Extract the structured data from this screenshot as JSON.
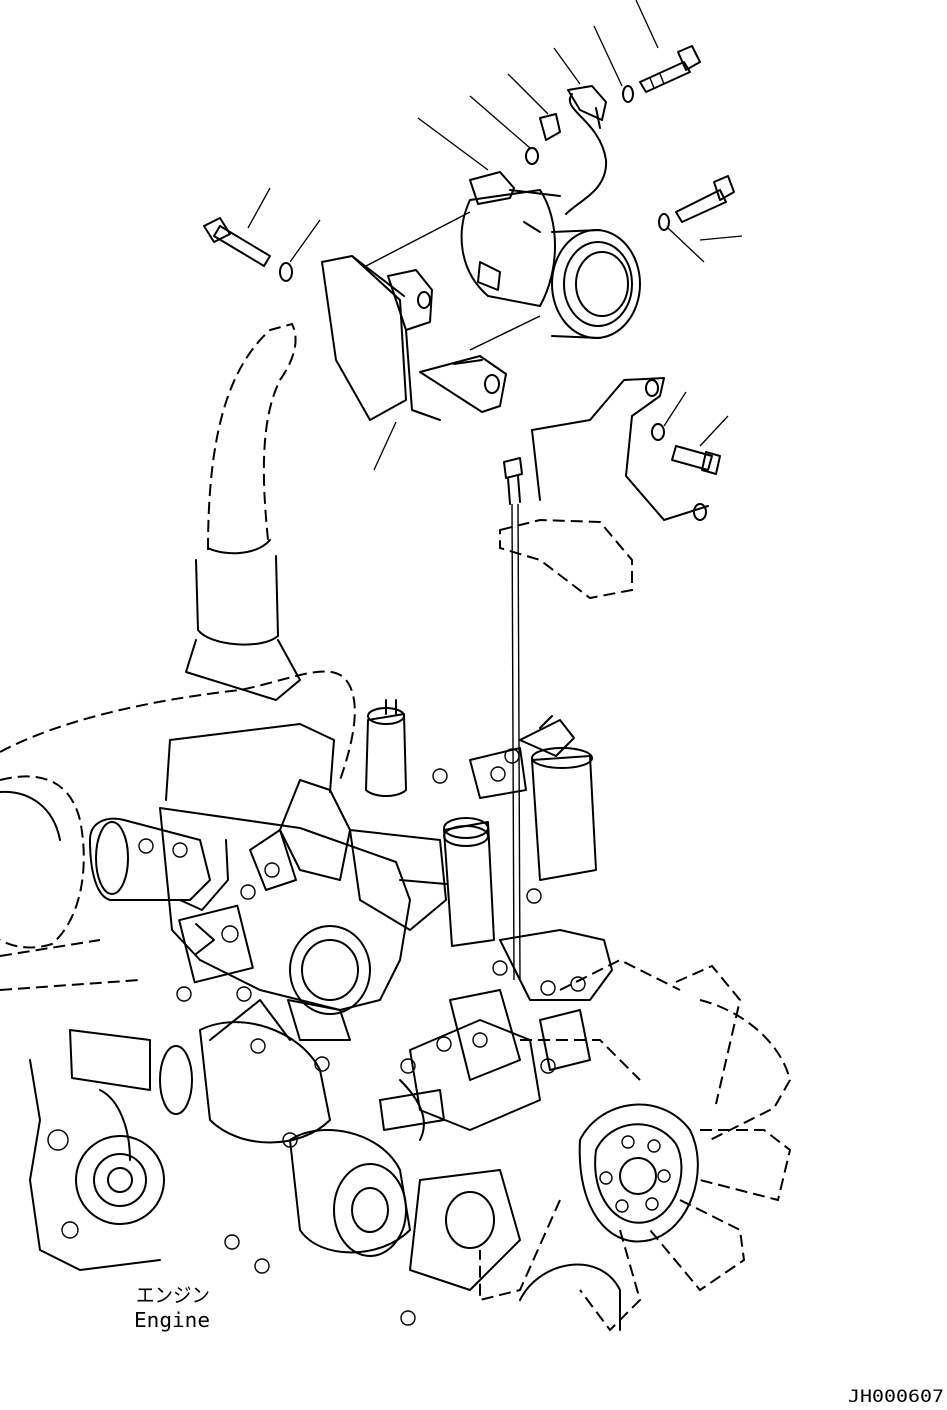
{
  "labels": {
    "engine_jp": "エンジン",
    "engine_en": "Engine",
    "drawing_code": "JH000607"
  }
}
